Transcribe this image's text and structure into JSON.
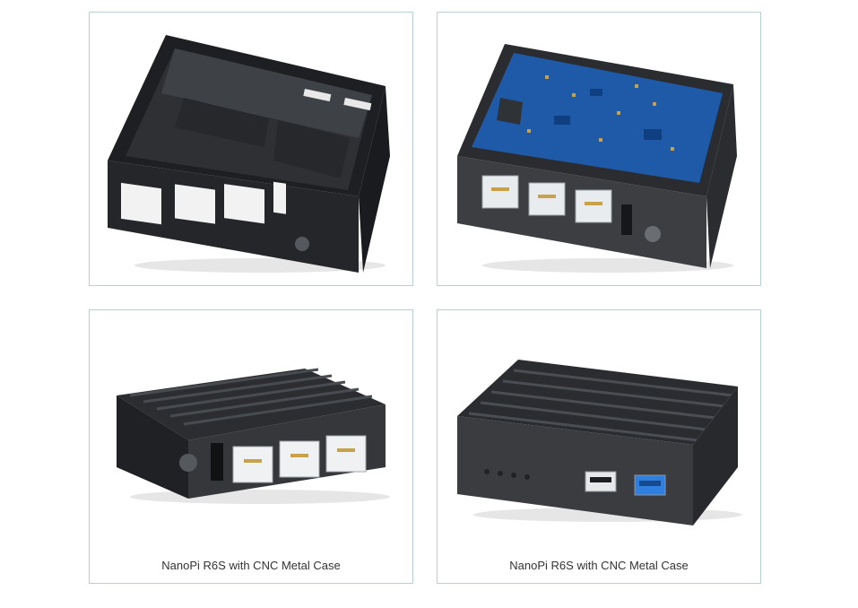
{
  "panels": [
    {
      "id": "empty-case-photo",
      "caption": ""
    },
    {
      "id": "board-in-case-photo",
      "caption": ""
    },
    {
      "id": "assembled-rear-photo",
      "caption": "NanoPi R6S with CNC Metal Case"
    },
    {
      "id": "assembled-front-photo",
      "caption": "NanoPi R6S with CNC Metal Case"
    }
  ],
  "colors": {
    "border": "#b9cfd6",
    "case_dark": "#2b2d30",
    "case_mid": "#3a3c40",
    "pcb_blue": "#1f5aa8",
    "usb3_blue": "#2f7fe0"
  }
}
